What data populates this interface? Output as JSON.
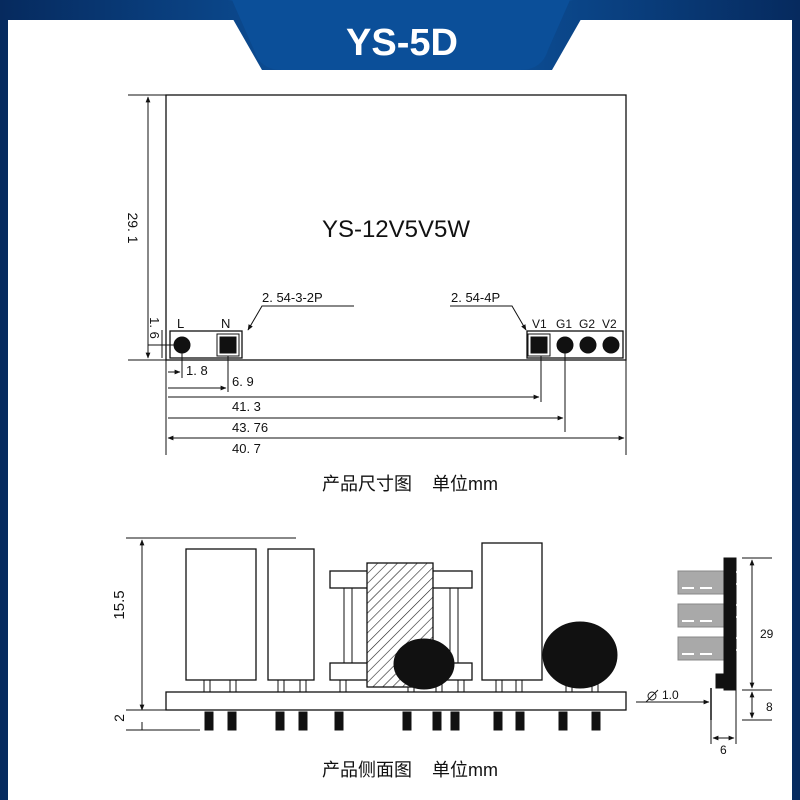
{
  "header": {
    "title": "YS-5D"
  },
  "top_view": {
    "model": "YS-12V5V5W",
    "dim_height": "29. 1",
    "dim_pin_offset_y": "1. 6",
    "pin_label_L": "L",
    "pin_label_N": "N",
    "pin_label_V1": "V1",
    "pin_label_G1": "G1",
    "pin_label_G2": "G2",
    "pin_label_V2": "V2",
    "callout_input": "2. 54-3-2P",
    "callout_output": "2. 54-4P",
    "dim_1_8": "1. 8",
    "dim_6_9": "6. 9",
    "dim_41_3": "41. 3",
    "dim_43_76": "43. 76",
    "dim_40_7": "40. 7",
    "caption": "产品尺寸图    单位mm"
  },
  "side_view": {
    "dim_height": "15.5",
    "dim_pin": "2",
    "caption": "产品侧面图    单位mm"
  },
  "end_view": {
    "dim_29": "29",
    "dim_8": "8",
    "dim_6": "6",
    "pin_diameter": "1.0"
  }
}
